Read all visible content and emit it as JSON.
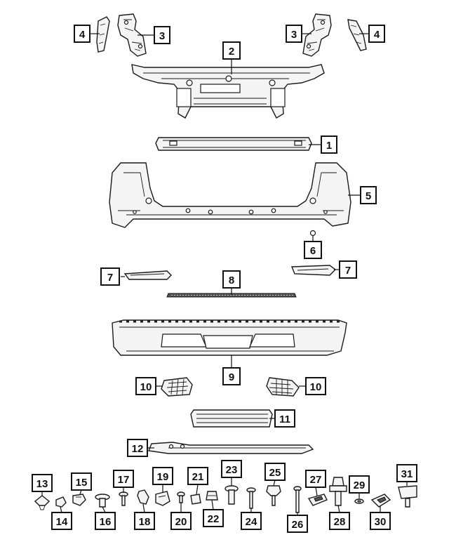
{
  "diagram": {
    "callouts": [
      {
        "id": "c4-left",
        "label": "4"
      },
      {
        "id": "c3-left",
        "label": "3"
      },
      {
        "id": "c2",
        "label": "2"
      },
      {
        "id": "c3-right",
        "label": "3"
      },
      {
        "id": "c4-right",
        "label": "4"
      },
      {
        "id": "c1",
        "label": "1"
      },
      {
        "id": "c5",
        "label": "5"
      },
      {
        "id": "c6",
        "label": "6"
      },
      {
        "id": "c7-left",
        "label": "7"
      },
      {
        "id": "c7-right",
        "label": "7"
      },
      {
        "id": "c8",
        "label": "8"
      },
      {
        "id": "c9",
        "label": "9"
      },
      {
        "id": "c10-left",
        "label": "10"
      },
      {
        "id": "c10-right",
        "label": "10"
      },
      {
        "id": "c11",
        "label": "11"
      },
      {
        "id": "c12",
        "label": "12"
      },
      {
        "id": "c13",
        "label": "13"
      },
      {
        "id": "c14",
        "label": "14"
      },
      {
        "id": "c15",
        "label": "15"
      },
      {
        "id": "c16",
        "label": "16"
      },
      {
        "id": "c17",
        "label": "17"
      },
      {
        "id": "c18",
        "label": "18"
      },
      {
        "id": "c19",
        "label": "19"
      },
      {
        "id": "c20",
        "label": "20"
      },
      {
        "id": "c21",
        "label": "21"
      },
      {
        "id": "c22",
        "label": "22"
      },
      {
        "id": "c23",
        "label": "23"
      },
      {
        "id": "c24",
        "label": "24"
      },
      {
        "id": "c25",
        "label": "25"
      },
      {
        "id": "c26",
        "label": "26"
      },
      {
        "id": "c27",
        "label": "27"
      },
      {
        "id": "c28",
        "label": "28"
      },
      {
        "id": "c29",
        "label": "29"
      },
      {
        "id": "c30",
        "label": "30"
      },
      {
        "id": "c31",
        "label": "31"
      }
    ]
  }
}
